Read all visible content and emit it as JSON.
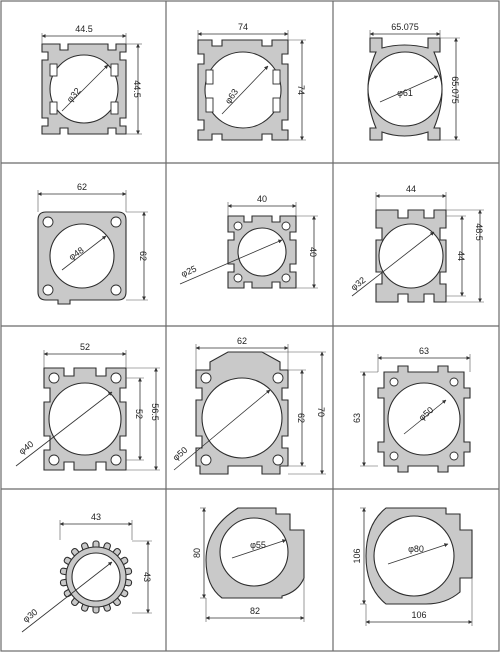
{
  "profiles": [
    {
      "width": "44.5",
      "height": "44.5",
      "bore": "φ32"
    },
    {
      "width": "74",
      "height": "74",
      "bore": "φ63"
    },
    {
      "width": "65.075",
      "height": "65.075",
      "bore": "φ61"
    },
    {
      "width": "62",
      "height": "62",
      "bore": "φ48"
    },
    {
      "width": "40",
      "height": "40",
      "bore": "φ25"
    },
    {
      "width": "44",
      "height": "44",
      "height_outer": "48.5",
      "bore": "φ32"
    },
    {
      "width": "52",
      "height": "52",
      "height_outer": "56.5",
      "bore": "φ40"
    },
    {
      "width": "62",
      "height": "62",
      "height_outer": "70",
      "bore": "φ50"
    },
    {
      "width": "63",
      "height": "63",
      "bore": "φ50"
    },
    {
      "width": "43",
      "height": "43",
      "bore": "φ30"
    },
    {
      "width": "82",
      "height": "80",
      "bore": "φ55"
    },
    {
      "width": "106",
      "height": "106",
      "bore": "φ80"
    }
  ]
}
